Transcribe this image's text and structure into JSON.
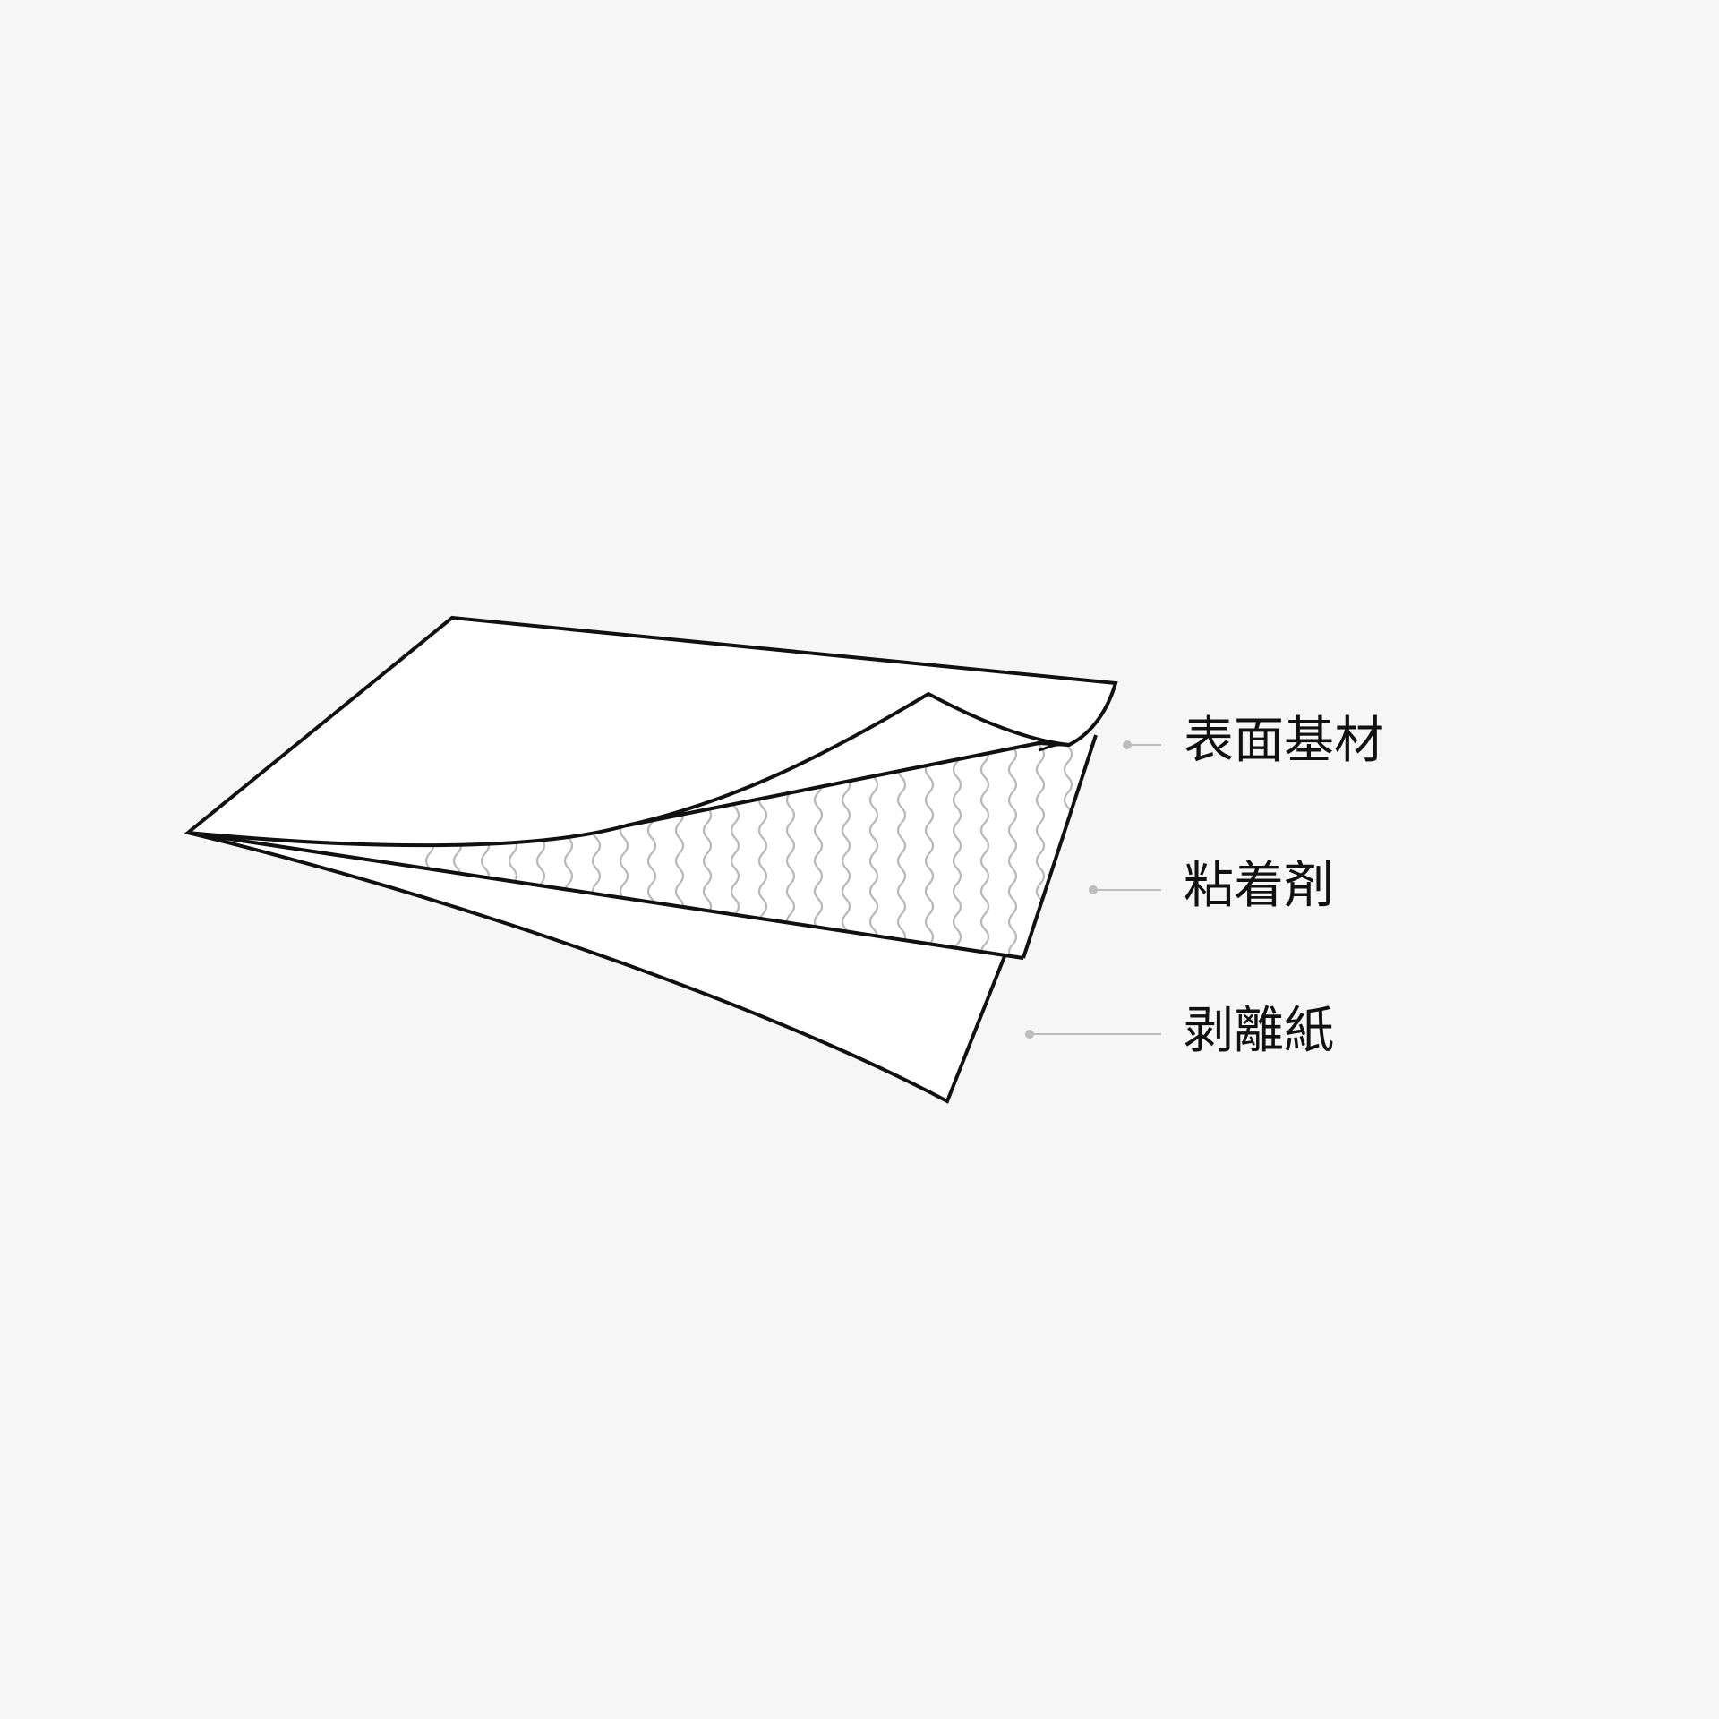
{
  "colors": {
    "background": "#f6f6f6",
    "outline": "#111111",
    "sheet_fill": "#ffffff",
    "adhesive_wave": "#b8b8b8",
    "leader_line": "#bdbdbd"
  },
  "layers": {
    "surface": {
      "label": "表面基材",
      "icon": "top-sheet"
    },
    "adhesive": {
      "label": "粘着剤",
      "icon": "adhesive-wave-pattern"
    },
    "liner": {
      "label": "剥離紙",
      "icon": "release-liner-sheet"
    }
  }
}
